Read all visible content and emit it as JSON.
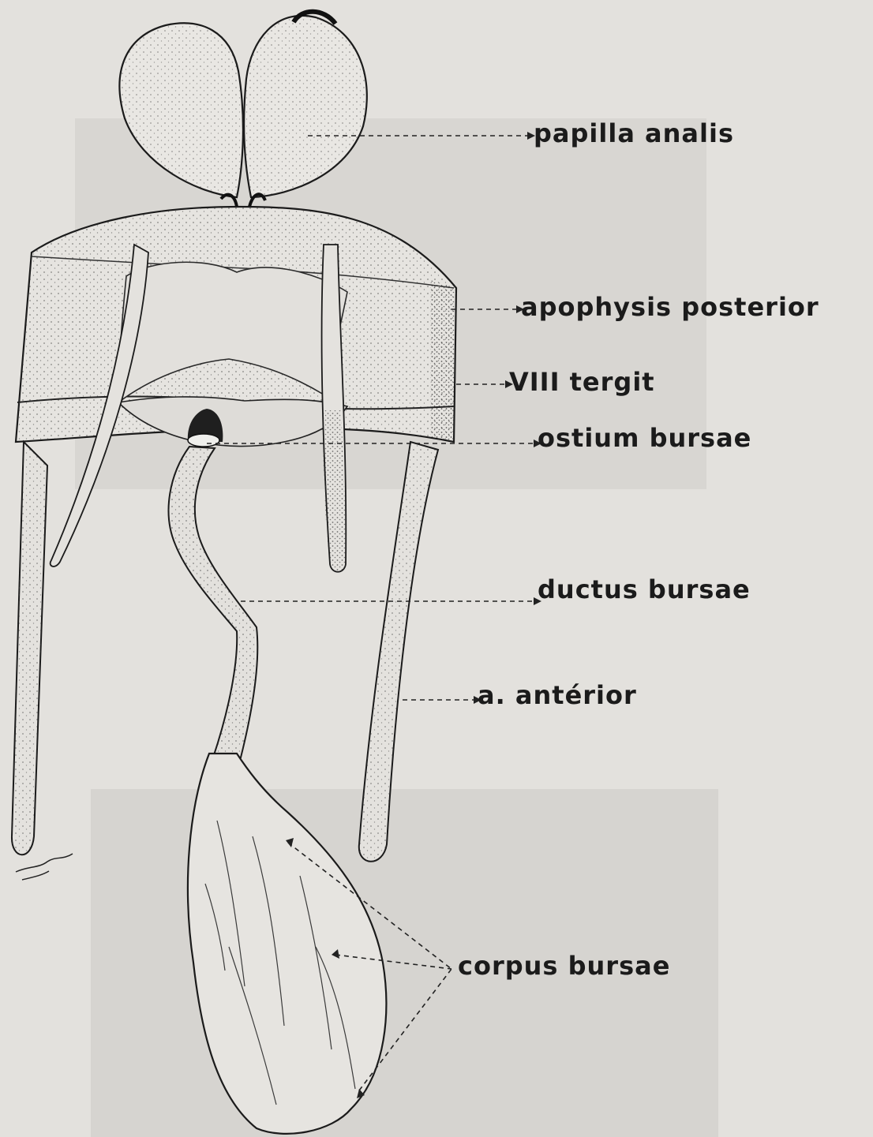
{
  "labels": {
    "papilla_analis": "papilla analis",
    "apophysis_posterior": "apophysis posterior",
    "viii_tergit": "VIII tergit",
    "ostium_bursae": "ostium bursae",
    "ductus_bursae": "ductus bursae",
    "a_anterior": "a. antérior",
    "corpus_bursae": "corpus bursae"
  },
  "colors": {
    "paper": "#e3e1dd",
    "panel": "#d6d4d0",
    "ink": "#1b1b1b"
  }
}
